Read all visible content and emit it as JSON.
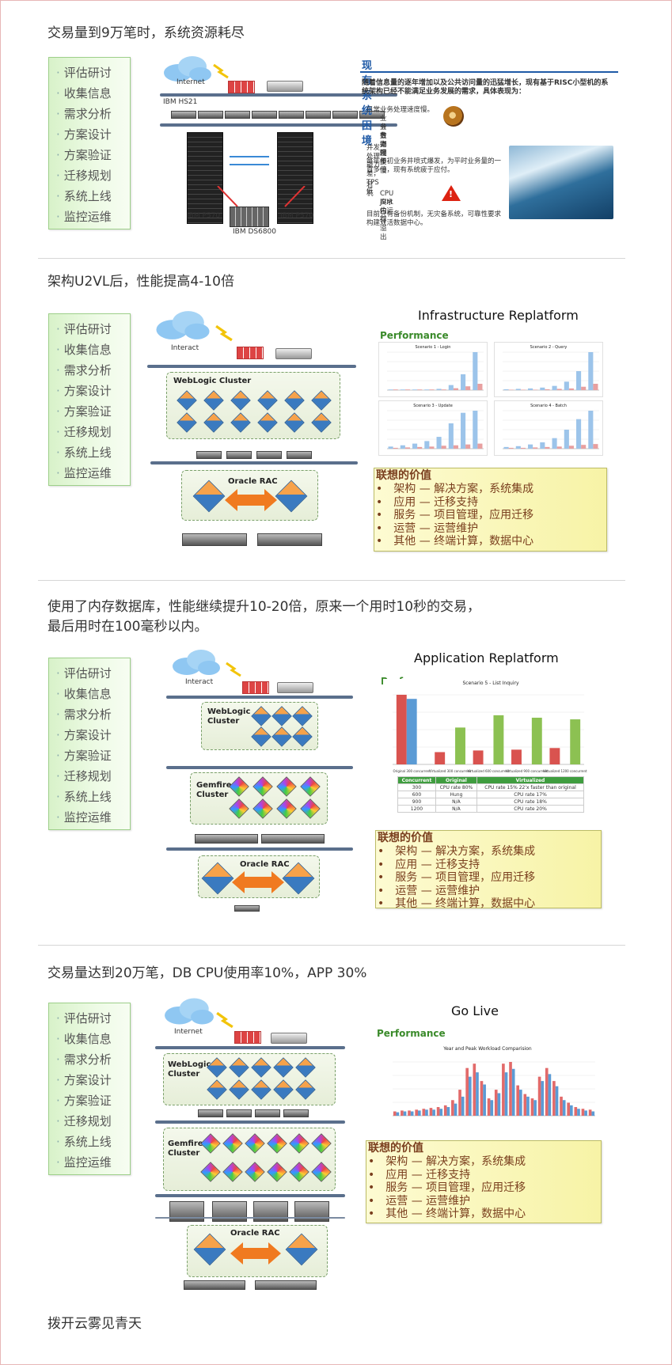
{
  "steps": [
    "评估研讨",
    "收集信息",
    "需求分析",
    "方案设计",
    "方案验证",
    "迁移规划",
    "系统上线",
    "监控运维"
  ],
  "value_box": {
    "title": "联想的价值",
    "items": [
      "架构 — 解决方案，系统集成",
      "应用 — 迁移支持",
      "服务 — 项目管理，应用迁移",
      "运营 — 运营维护",
      "其他 — 终端计算，数据中心"
    ]
  },
  "labels": {
    "internet": "Internet",
    "internet_alt": "Interact",
    "weblogic": "WebLogic Cluster",
    "gemfire": "Gemfire Cluster",
    "oracle_rac": "Oracle RAC",
    "performance": "Performance",
    "ibm_hs21": "IBM HS21",
    "ibm_p570": "IBM P570",
    "ibm_ds6800": "IBM DS6800"
  },
  "section1": {
    "heading": "交易量到9万笔时，系统资源耗尽",
    "panel_title": "现有系统困境",
    "intro": "随着信息量的逐年增加以及公共访问量的迅猛增长，现有基于RISC小型机的系统架构已经不能满足业务发展的需求，具体表现为：",
    "b1": "日常业务处理速度慢。",
    "b1_subs": [
      "业务查询慢",
      "业务办理慢",
      "数据同步慢"
    ],
    "b2": "并发处理能力差，TPS低",
    "b3": "每年年初业务井喷式爆发，为平时业务量的一百多倍，现有系统疲于应付。",
    "b4": "宕机",
    "b4_subs": [
      "CPU高水位运行",
      "JVM内存溢出"
    ],
    "b5": "目前只有备份机制，无灾备系统，可靠性要求构建双活数据中心。"
  },
  "section2": {
    "heading": "架构U2VL后，性能提高4-10倍",
    "panel_title": "Infrastructure Replatform"
  },
  "section3": {
    "heading_line1": "使用了内存数据库，性能继续提升10-20倍，原来一个用时10秒的交易，",
    "heading_line2": "最后用时在100毫秒以内。",
    "panel_title": "Application Replatform",
    "chart_caption": "Scenario 5 - List Inquiry",
    "table": {
      "headers": [
        "Concurrent",
        "Original",
        "Virtualized"
      ],
      "rows": [
        [
          "300",
          "CPU rate 80%",
          "CPU rate 15%  22'x faster than original"
        ],
        [
          "600",
          "Hung",
          "CPU rate 17%"
        ],
        [
          "900",
          "N/A",
          "CPU rate 18%"
        ],
        [
          "1200",
          "N/A",
          "CPU rate 20%"
        ]
      ]
    }
  },
  "section4": {
    "heading": "交易量达到20万笔，DB CPU使用率10%，APP 30%",
    "panel_title": "Go Live",
    "chart_caption": "Year and Peak Workload Comparision"
  },
  "footer": "拨开云雾见青天",
  "colors": {
    "value_text": "#7a3f1e",
    "green": "#3a8a2a",
    "blue": "#1f5aa6"
  },
  "chart_data": [
    {
      "type": "bar",
      "title": "Scenario 1 - Login",
      "series": [
        {
          "values": [
            1,
            1,
            1,
            1,
            2,
            8,
            25,
            60
          ]
        },
        {
          "values": [
            1,
            1,
            1,
            1,
            1,
            3,
            6,
            10
          ]
        }
      ]
    },
    {
      "type": "bar",
      "title": "Scenario 2 - Query",
      "series": [
        {
          "values": [
            2,
            3,
            4,
            6,
            10,
            20,
            45,
            90
          ]
        },
        {
          "values": [
            1,
            1,
            1,
            2,
            3,
            4,
            8,
            15
          ]
        }
      ]
    },
    {
      "type": "bar",
      "title": "Scenario 3 - Update",
      "series": [
        {
          "values": [
            5,
            8,
            12,
            18,
            28,
            60,
            85,
            90
          ]
        },
        {
          "values": [
            2,
            3,
            4,
            5,
            7,
            8,
            10,
            12
          ]
        }
      ]
    },
    {
      "type": "bar",
      "title": "Scenario 4 - Batch",
      "series": [
        {
          "values": [
            4,
            6,
            10,
            15,
            25,
            45,
            70,
            90
          ]
        },
        {
          "values": [
            2,
            2,
            3,
            4,
            5,
            7,
            9,
            11
          ]
        }
      ]
    },
    {
      "type": "bar",
      "title": "Scenario 5 - List Inquiry",
      "categories": [
        "Original 300 concurrent",
        "Virtualized 300 concurrent",
        "Virtualized 600 concurrent",
        "Virtualized 900 concurrent",
        "Virtualized 1200 concurrent"
      ],
      "series": [
        {
          "values": [
            85,
            15,
            17,
            18,
            20
          ]
        },
        {
          "values": [
            80,
            0,
            0,
            0,
            0
          ]
        },
        {
          "values": [
            0,
            45,
            60,
            57,
            55
          ]
        }
      ]
    },
    {
      "type": "bar",
      "title": "Year and Peak Workload Comparision",
      "series": [
        {
          "values": [
            5,
            6,
            6,
            7,
            8,
            9,
            10,
            12,
            18,
            30,
            55,
            60,
            40,
            20,
            30,
            60,
            62,
            35,
            25,
            20,
            45,
            55,
            40,
            22,
            15,
            10,
            8,
            7
          ]
        },
        {
          "values": [
            4,
            5,
            5,
            6,
            7,
            7,
            8,
            10,
            14,
            22,
            45,
            50,
            36,
            18,
            26,
            50,
            54,
            30,
            22,
            18,
            40,
            48,
            34,
            18,
            12,
            8,
            6,
            5
          ]
        }
      ]
    }
  ]
}
